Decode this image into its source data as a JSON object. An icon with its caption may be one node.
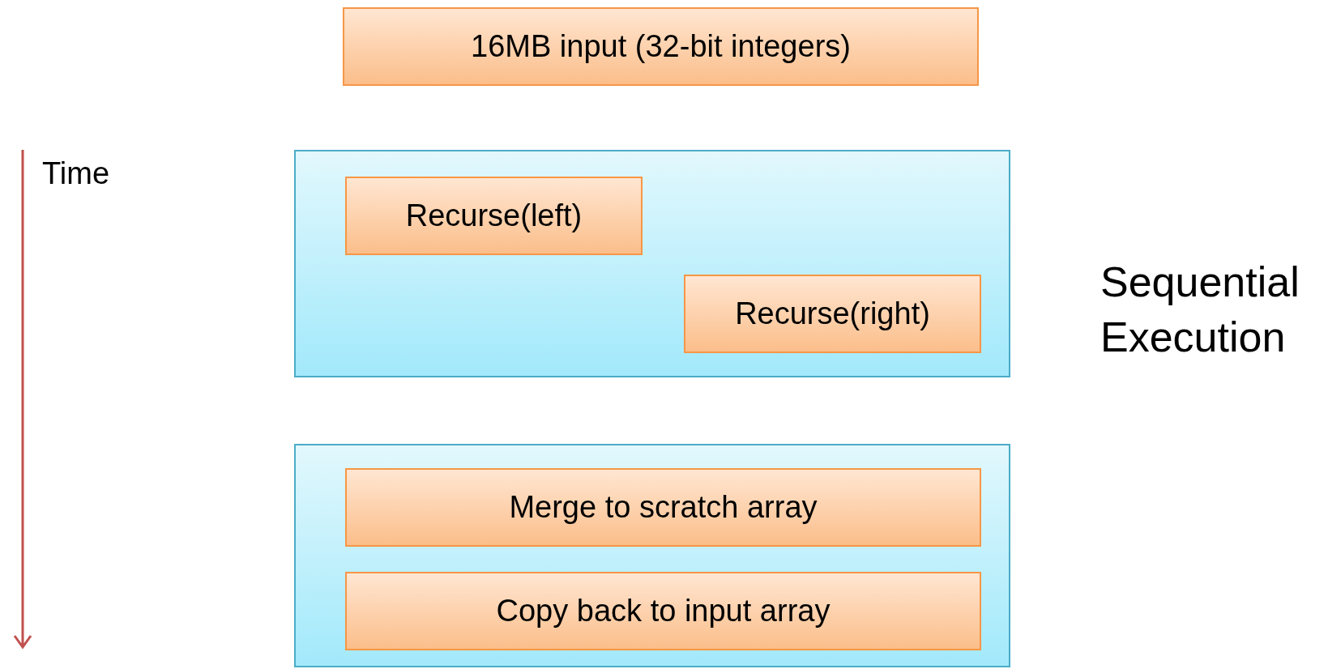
{
  "diagram": {
    "nodes": [
      {
        "text": [
          "16MB input (32-bit integers)"
        ]
      },
      {
        "text": [],
        "shape": "box"
      },
      {
        "text": [
          "Recurse(left)"
        ],
        "in": 1
      },
      {
        "text": [
          "Recurse(right)"
        ],
        "in": 1
      },
      {
        "text": [],
        "shape": "box"
      },
      {
        "text": [
          "Merge to scratch array"
        ],
        "in": 4
      },
      {
        "text": [
          "Copy back to input array"
        ],
        "in": 4
      }
    ],
    "edges": [],
    "labels": [
      "Time",
      "Sequential Execution"
    ]
  }
}
